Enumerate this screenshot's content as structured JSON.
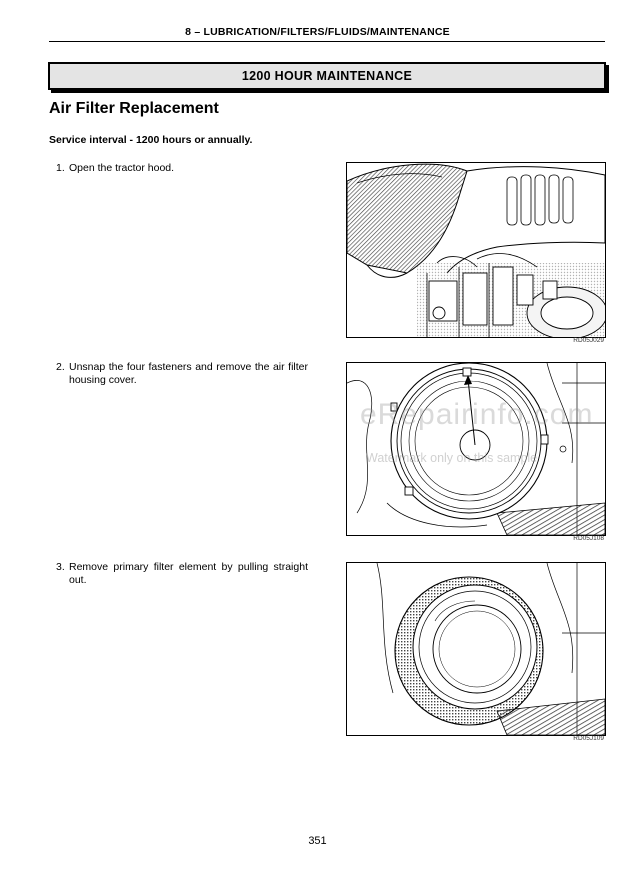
{
  "header": {
    "chapter": "8 – LUBRICATION/FILTERS/FLUIDS/MAINTENANCE"
  },
  "banner": {
    "title": "1200 HOUR MAINTENANCE"
  },
  "section": {
    "title": "Air Filter Replacement",
    "interval": "Service interval - 1200 hours or annually."
  },
  "steps": [
    {
      "num": "1.",
      "text": "Open the tractor hood.",
      "figure_id": "RD05J029",
      "icon": "tractor-hood-illustration"
    },
    {
      "num": "2.",
      "text": "Unsnap the four fasteners and remove the air filter housing cover.",
      "figure_id": "RD05J108",
      "icon": "air-filter-housing-illustration"
    },
    {
      "num": "3.",
      "text": "Remove primary filter element by pulling straight out.",
      "figure_id": "RD05J109",
      "icon": "primary-filter-element-illustration"
    }
  ],
  "watermark": {
    "main": "eRepairinfo.com",
    "sub": "Watermark only on this sample"
  },
  "footer": {
    "page_number": "351"
  }
}
